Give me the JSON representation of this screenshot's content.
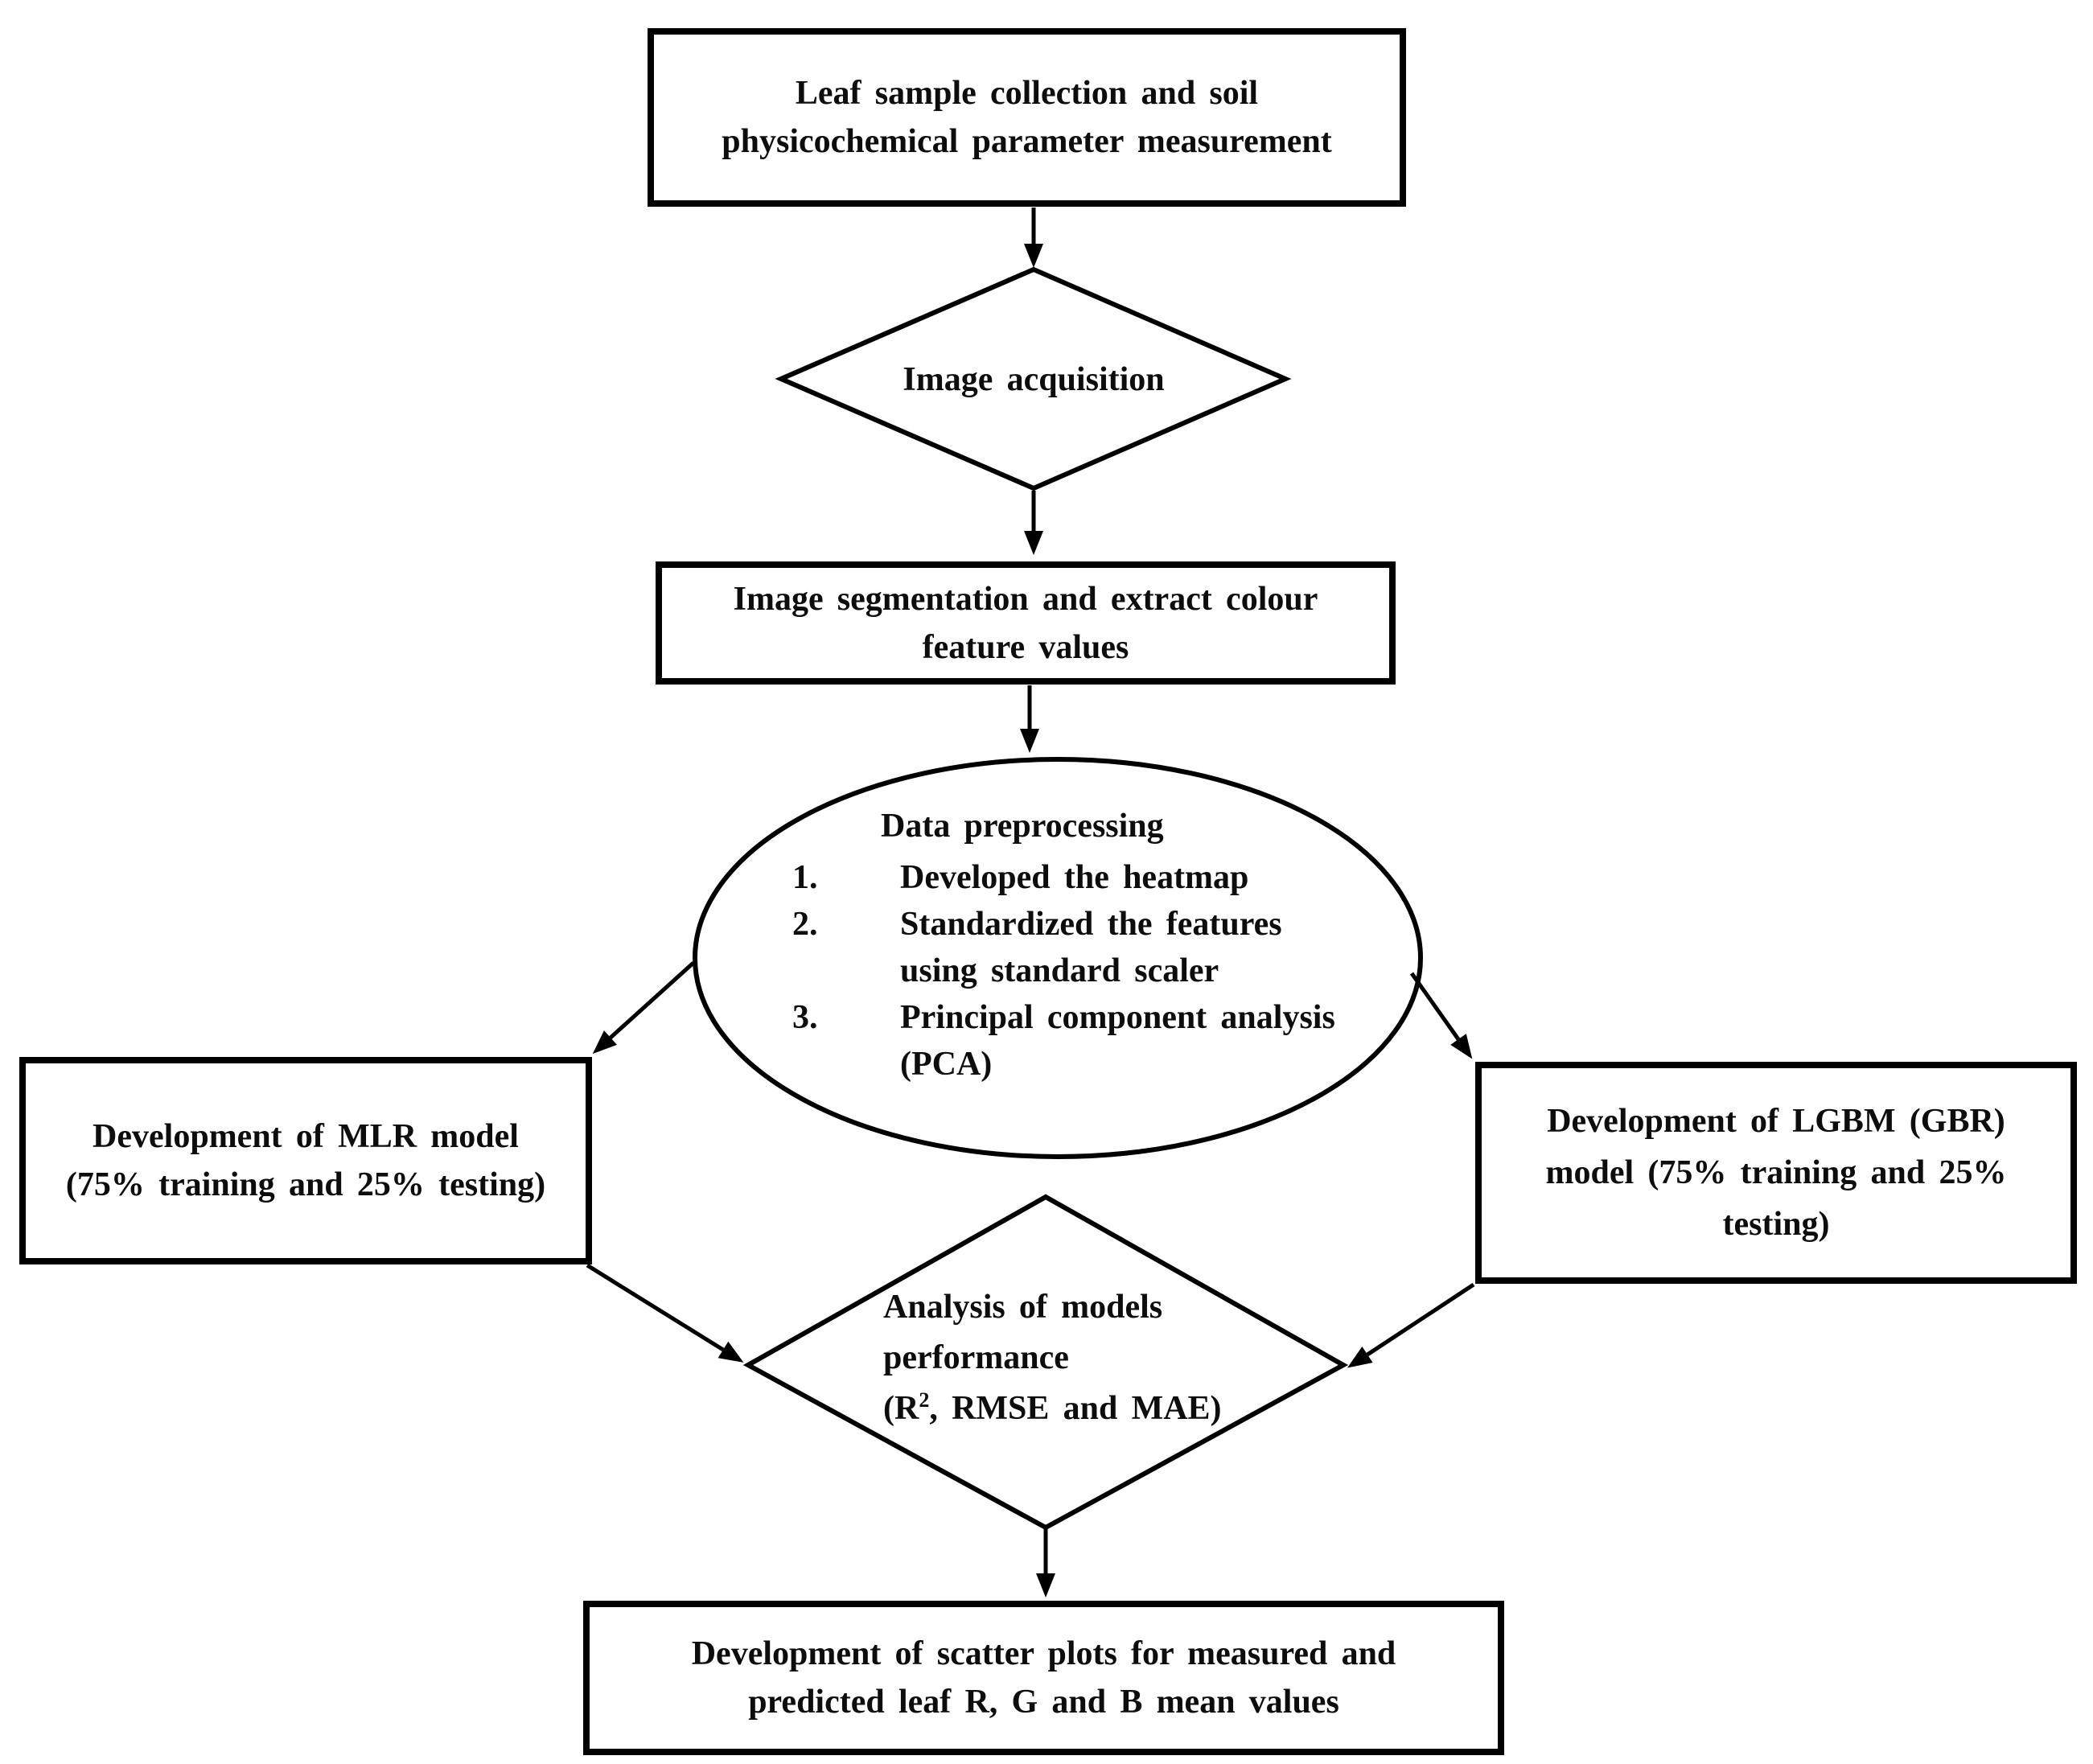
{
  "meta": {
    "colors": {
      "ink": "#0d0d0d",
      "background": "#ffffff",
      "stroke": "#000000"
    }
  },
  "flowchart": {
    "top_box": {
      "line1": "Leaf sample collection and soil",
      "line2": "physicochemical parameter measurement"
    },
    "acquisition_diamond": {
      "label": "Image acquisition"
    },
    "segmentation_box": {
      "line1": "Image segmentation and extract colour",
      "line2": "feature values"
    },
    "preprocessing_ellipse": {
      "title": "Data preprocessing",
      "items": [
        {
          "num": "1.",
          "line1": "Developed the heatmap"
        },
        {
          "num": "2.",
          "line1": "Standardized the features",
          "line2": "using standard scaler"
        },
        {
          "num": "3.",
          "line1": "Principal component analysis",
          "line2": "(PCA)"
        }
      ]
    },
    "mlr_box": {
      "line1": "Development of MLR model",
      "line2": "(75% training and 25% testing)"
    },
    "lgbm_box": {
      "line1": "Development of LGBM (GBR)",
      "line2": "model (75% training and 25%",
      "line3": "testing)"
    },
    "analysis_diamond": {
      "line1": "Analysis of models",
      "line2": "performance",
      "metrics_open": "(R",
      "metrics_sup": "2",
      "metrics_rest": ", RMSE and MAE)"
    },
    "scatter_box": {
      "line1": "Development of scatter plots for measured and",
      "line2": "predicted leaf R, G and B mean values"
    }
  }
}
